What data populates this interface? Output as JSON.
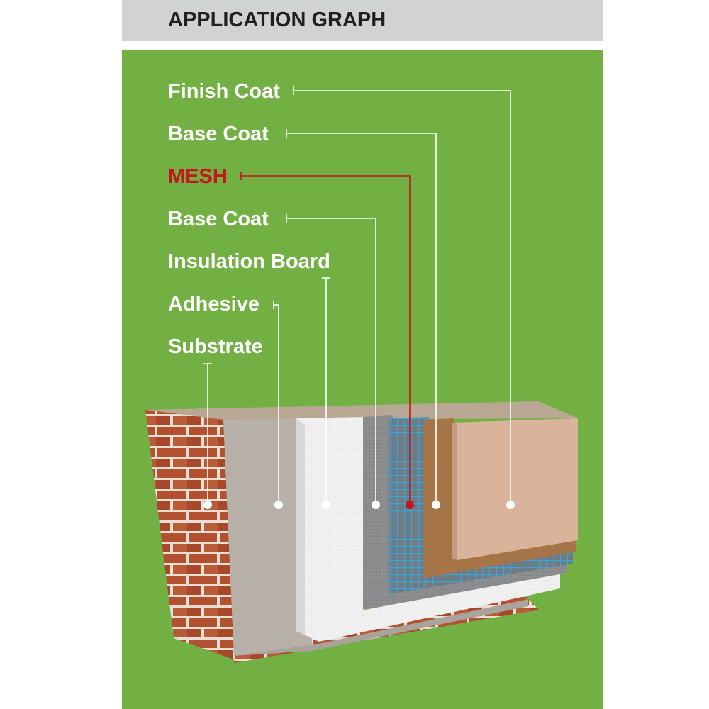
{
  "title": "APPLICATION GRAPH",
  "colors": {
    "header_bg": "#d1d2d4",
    "panel_bg": "#72b043",
    "label": "#ffffff",
    "highlight": "#c4161c",
    "brick": "#b3502f",
    "mortar": "#e8e2d8",
    "adhesive": "#b9b3aa",
    "insulation": "#f2f2f2",
    "base_coat": "#8a8c8e",
    "mesh": "#3aa6d8",
    "base_coat_outer": "#a57548",
    "finish_coat": "#d9b49a"
  },
  "layers": [
    {
      "id": "finish-coat",
      "label": "Finish Coat",
      "highlight": false
    },
    {
      "id": "base-coat-outer",
      "label": "Base Coat",
      "highlight": false
    },
    {
      "id": "mesh",
      "label": "MESH",
      "highlight": true
    },
    {
      "id": "base-coat-inner",
      "label": "Base Coat",
      "highlight": false
    },
    {
      "id": "insulation-board",
      "label": "Insulation Board",
      "highlight": false
    },
    {
      "id": "adhesive",
      "label": "Adhesive",
      "highlight": false
    },
    {
      "id": "substrate",
      "label": "Substrate",
      "highlight": false
    }
  ]
}
